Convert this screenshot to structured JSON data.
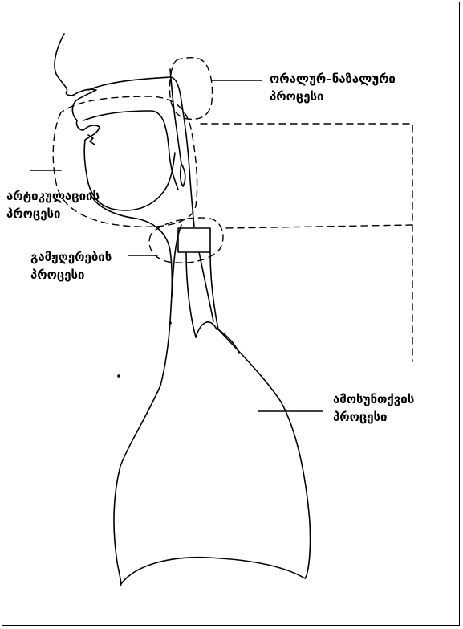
{
  "labels": {
    "oral_nasal": {
      "line1": "ორალურ–ნაზალური",
      "line2": "პროცესი"
    },
    "articulation": {
      "line1": "არტიკულაციის",
      "line2": "პროცესი"
    },
    "phonation": {
      "line1": "გამჟღერების",
      "line2": "პროცესი"
    },
    "respiration": {
      "line1": "ამოსუნთქვის",
      "line2": "პროცესი"
    }
  },
  "colors": {
    "stroke": "#000000",
    "background": "#ffffff"
  }
}
